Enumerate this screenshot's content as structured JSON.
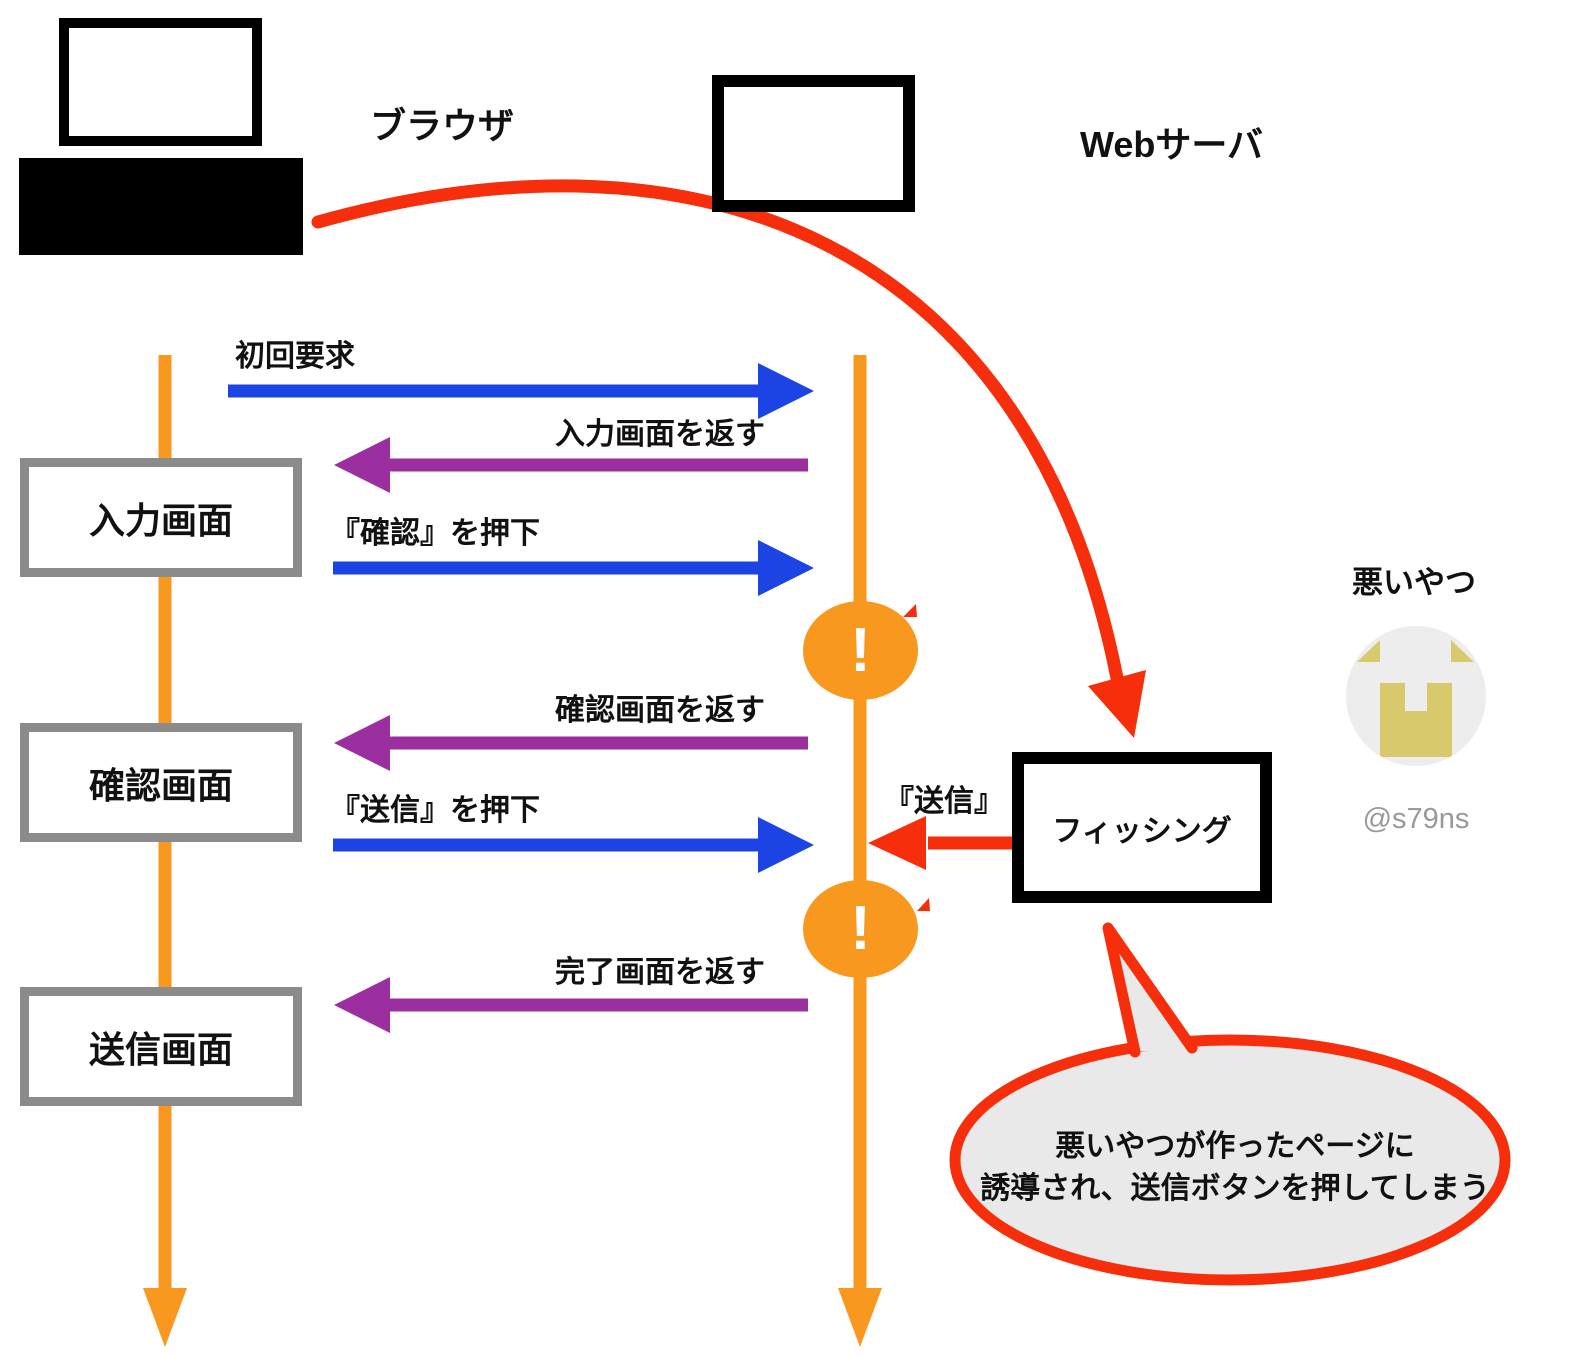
{
  "colors": {
    "blue": "#1c44e4",
    "purple": "#9b2f9f",
    "orange": "#f8981f",
    "red": "#f62e0c",
    "box_border_gray": "#8b8b8b",
    "bubble_gray": "#e9e9ea",
    "avatar_bg": "#ededee",
    "avatar_figure": "#d8ca6c",
    "handle_gray": "#98989d"
  },
  "actors": {
    "browser_label": "ブラウザ",
    "server_label": "Webサーバ"
  },
  "screens": [
    {
      "label": "入力画面"
    },
    {
      "label": "確認画面"
    },
    {
      "label": "送信画面"
    }
  ],
  "messages": [
    {
      "label": "初回要求",
      "from": "browser",
      "to": "server"
    },
    {
      "label": "入力画面を返す",
      "from": "server",
      "to": "browser"
    },
    {
      "label": "『確認』を押下",
      "from": "browser",
      "to": "server"
    },
    {
      "label": "確認画面を返す",
      "from": "server",
      "to": "browser"
    },
    {
      "label": "『送信』を押下",
      "from": "browser",
      "to": "server"
    },
    {
      "label": "完了画面を返す",
      "from": "server",
      "to": "browser"
    }
  ],
  "attacker": {
    "name": "悪いやつ",
    "handle": "@s79ns",
    "box_label": "フィッシング",
    "action_label": "『送信』"
  },
  "warning_badges": [
    {
      "glyph": "!"
    },
    {
      "glyph": "!"
    }
  ],
  "speech_bubble": {
    "lines": [
      "悪いやつが作ったページに",
      "誘導され、送信ボタンを押してしまう"
    ]
  }
}
